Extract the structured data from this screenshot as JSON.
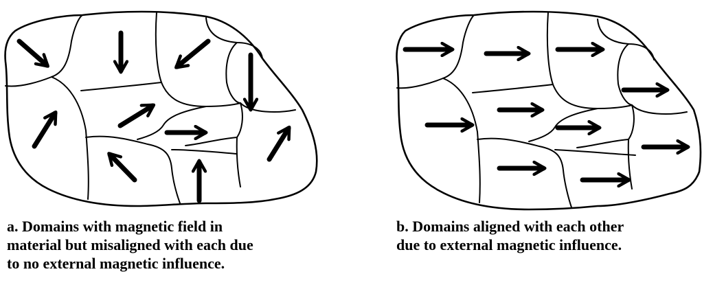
{
  "panels": [
    {
      "id": "a",
      "letter": "a",
      "caption": ". Domains with magnetic field in\nmaterial  but misaligned with each due\nto no external  magnetic influence."
    },
    {
      "id": "b",
      "letter": "b",
      "caption": ". Domains aligned with each other\ndue to external  magnetic  influence."
    }
  ],
  "colors": {
    "ink": "#000000",
    "background": "#ffffff"
  },
  "arrow_directions": {
    "a": [
      "down-right",
      "down",
      "down-left",
      "down",
      "up-right",
      "up-right",
      "right",
      "up-right",
      "up-left",
      "up"
    ],
    "b": [
      "right",
      "right",
      "right",
      "right",
      "right",
      "right",
      "right",
      "right",
      "right",
      "right"
    ]
  }
}
